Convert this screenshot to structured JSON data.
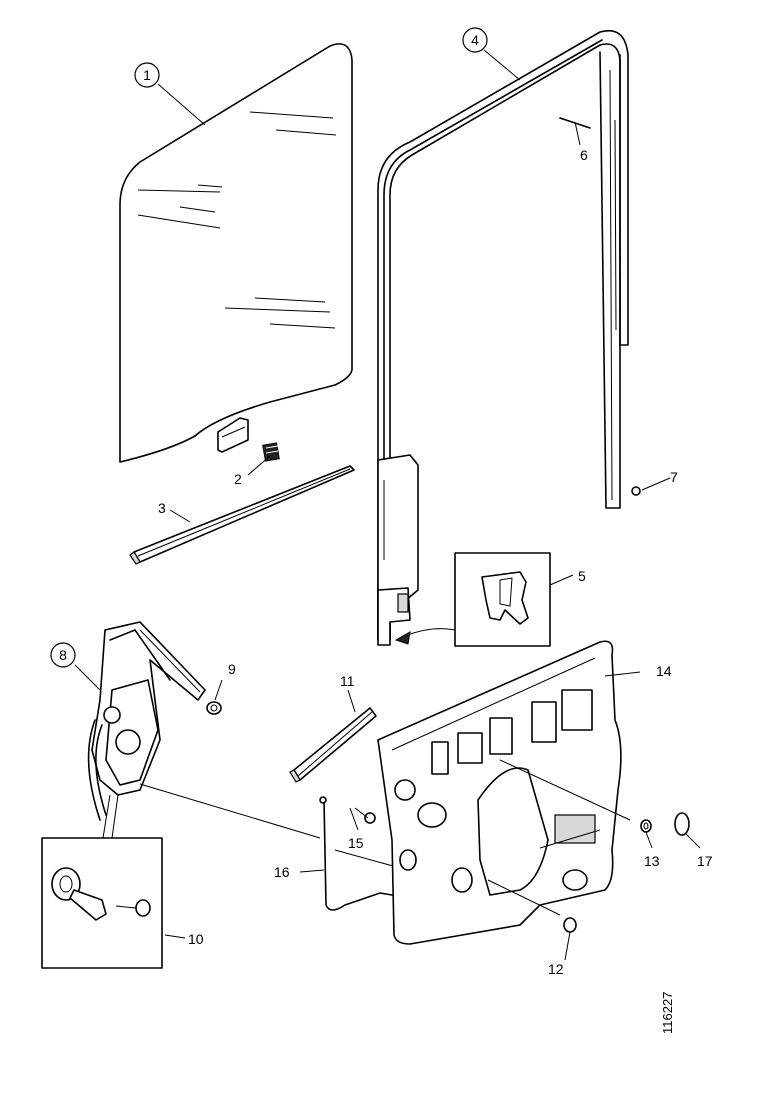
{
  "callouts": {
    "c1": "1",
    "c2": "2",
    "c3": "3",
    "c4": "4",
    "c5": "5",
    "c6": "6",
    "c7": "7",
    "c8": "8",
    "c9": "9",
    "c10": "10",
    "c11": "11",
    "c12": "12",
    "c13": "13",
    "c14": "14",
    "c15": "15",
    "c16": "16",
    "c17": "17"
  },
  "reference_number": "116227"
}
